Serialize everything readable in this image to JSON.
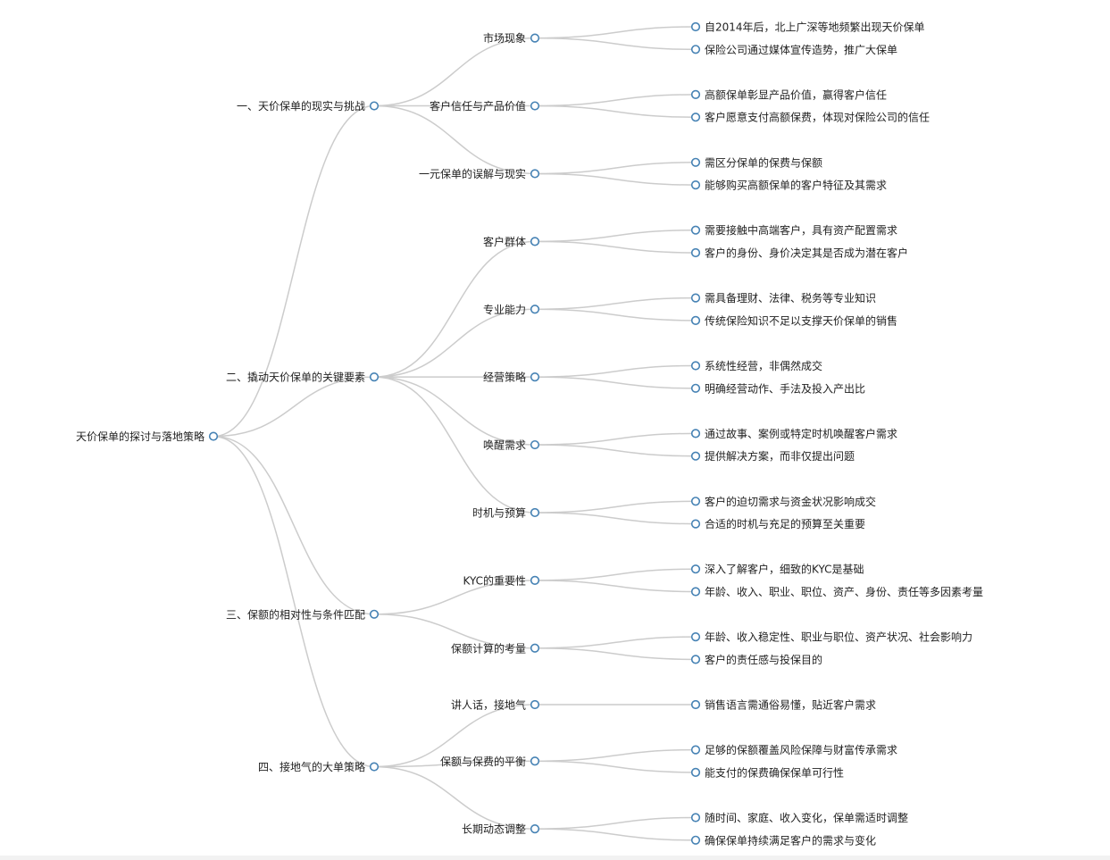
{
  "mindmap": {
    "root": {
      "label": "天价保单的探讨与落地策略",
      "children": [
        {
          "label": "一、天价保单的现实与挑战",
          "children": [
            {
              "label": "市场现象",
              "children": [
                {
                  "label": "自2014年后，北上广深等地频繁出现天价保单"
                },
                {
                  "label": "保险公司通过媒体宣传造势，推广大保单"
                }
              ]
            },
            {
              "label": "客户信任与产品价值",
              "children": [
                {
                  "label": "高额保单彰显产品价值，赢得客户信任"
                },
                {
                  "label": "客户愿意支付高额保费，体现对保险公司的信任"
                }
              ]
            },
            {
              "label": "一元保单的误解与现实",
              "children": [
                {
                  "label": "需区分保单的保费与保额"
                },
                {
                  "label": "能够购买高额保单的客户特征及其需求"
                }
              ]
            }
          ]
        },
        {
          "label": "二、撬动天价保单的关键要素",
          "children": [
            {
              "label": "客户群体",
              "children": [
                {
                  "label": "需要接触中高端客户，具有资产配置需求"
                },
                {
                  "label": "客户的身份、身价决定其是否成为潜在客户"
                }
              ]
            },
            {
              "label": "专业能力",
              "children": [
                {
                  "label": "需具备理财、法律、税务等专业知识"
                },
                {
                  "label": "传统保险知识不足以支撑天价保单的销售"
                }
              ]
            },
            {
              "label": "经营策略",
              "children": [
                {
                  "label": "系统性经营，非偶然成交"
                },
                {
                  "label": "明确经营动作、手法及投入产出比"
                }
              ]
            },
            {
              "label": "唤醒需求",
              "children": [
                {
                  "label": "通过故事、案例或特定时机唤醒客户需求"
                },
                {
                  "label": "提供解决方案，而非仅提出问题"
                }
              ]
            },
            {
              "label": "时机与预算",
              "children": [
                {
                  "label": "客户的迫切需求与资金状况影响成交"
                },
                {
                  "label": "合适的时机与充足的预算至关重要"
                }
              ]
            }
          ]
        },
        {
          "label": "三、保额的相对性与条件匹配",
          "children": [
            {
              "label": "KYC的重要性",
              "children": [
                {
                  "label": "深入了解客户，细致的KYC是基础"
                },
                {
                  "label": "年龄、收入、职业、职位、资产、身份、责任等多因素考量"
                }
              ]
            },
            {
              "label": "保额计算的考量",
              "children": [
                {
                  "label": "年龄、收入稳定性、职业与职位、资产状况、社会影响力"
                },
                {
                  "label": "客户的责任感与投保目的"
                }
              ]
            }
          ]
        },
        {
          "label": "四、接地气的大单策略",
          "children": [
            {
              "label": "讲人话，接地气",
              "children": [
                {
                  "label": "销售语言需通俗易懂，贴近客户需求"
                }
              ]
            },
            {
              "label": "保额与保费的平衡",
              "children": [
                {
                  "label": "足够的保额覆盖风险保障与财富传承需求"
                },
                {
                  "label": "能支付的保费确保保单可行性"
                }
              ]
            },
            {
              "label": "长期动态调整",
              "children": [
                {
                  "label": "随时间、家庭、收入变化，保单需适时调整"
                },
                {
                  "label": "确保保单持续满足客户的需求与变化"
                }
              ]
            }
          ]
        }
      ]
    },
    "colors": {
      "link": "#cccccc",
      "node_stroke": "#4682b4",
      "node_fill": "#ffffff",
      "text": "#222222"
    }
  }
}
